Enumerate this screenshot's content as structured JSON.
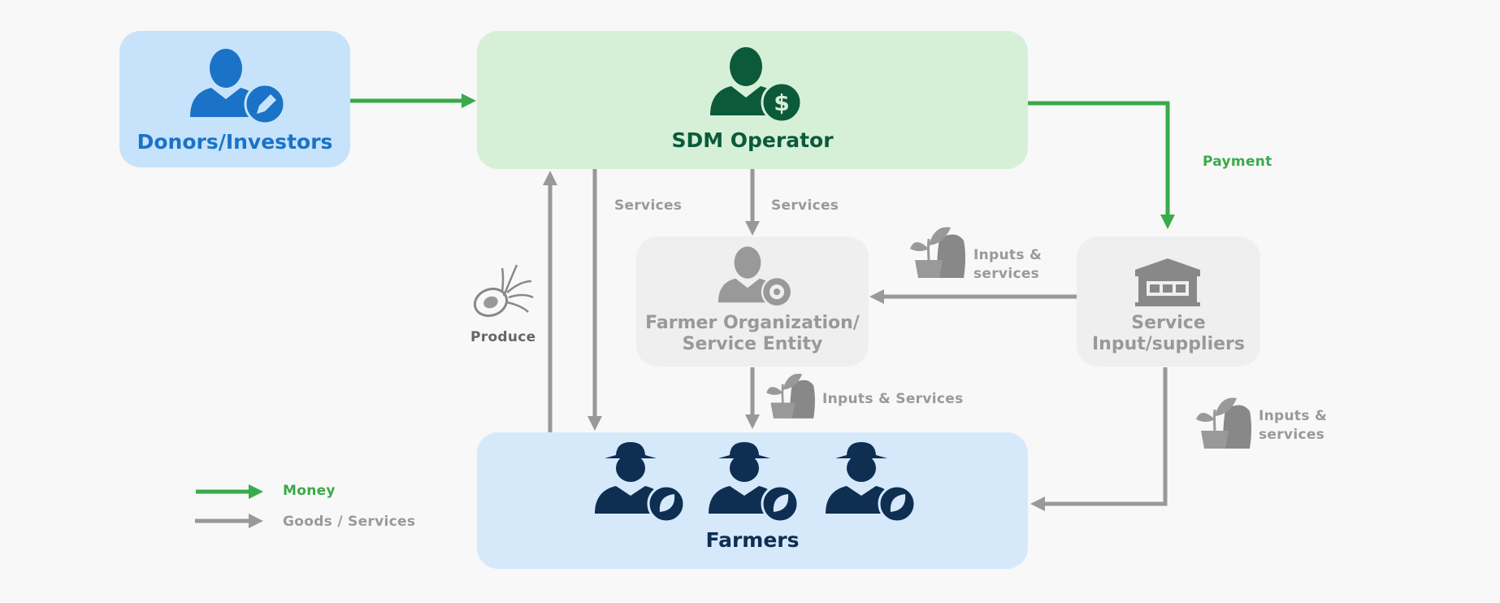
{
  "nodes": {
    "donors": {
      "label": "Donors/Investors"
    },
    "sdm": {
      "label": "SDM Operator"
    },
    "farmer_org": {
      "line1": "Farmer Organization/",
      "line2": "Service Entity"
    },
    "suppliers": {
      "line1": "Service",
      "line2": "Input/suppliers"
    },
    "farmers": {
      "label": "Farmers"
    }
  },
  "edges": {
    "payment": "Payment",
    "services_left": "Services",
    "services_mid": "Services",
    "produce": "Produce",
    "inputs_services_top": {
      "line1": "Inputs &",
      "line2": "services"
    },
    "inputs_services_mid": "Inputs & Services",
    "inputs_services_right": {
      "line1": "Inputs &",
      "line2": "services"
    }
  },
  "legend": {
    "money": "Money",
    "goods": "Goods / Services"
  },
  "icons": {
    "donor": "person-pencil-icon",
    "sdm": "person-dollar-icon",
    "farmer_org": "person-gear-icon",
    "suppliers": "warehouse-icon",
    "farmer": "farmer-leaf-icon",
    "produce": "palm-fruit-icon",
    "inputs": "plant-sack-icon"
  },
  "colors": {
    "money": "#3aaa4a",
    "goods": "#999999",
    "donor_box": "#c6e3fb",
    "donor_text": "#1a73c6",
    "sdm_box": "#d6f0d8",
    "sdm_text": "#0c5a3a",
    "entity_box": "#efefef",
    "entity_text": "#999999",
    "farmers_box": "#d5e9fb",
    "farmers_text": "#0e2e52"
  }
}
